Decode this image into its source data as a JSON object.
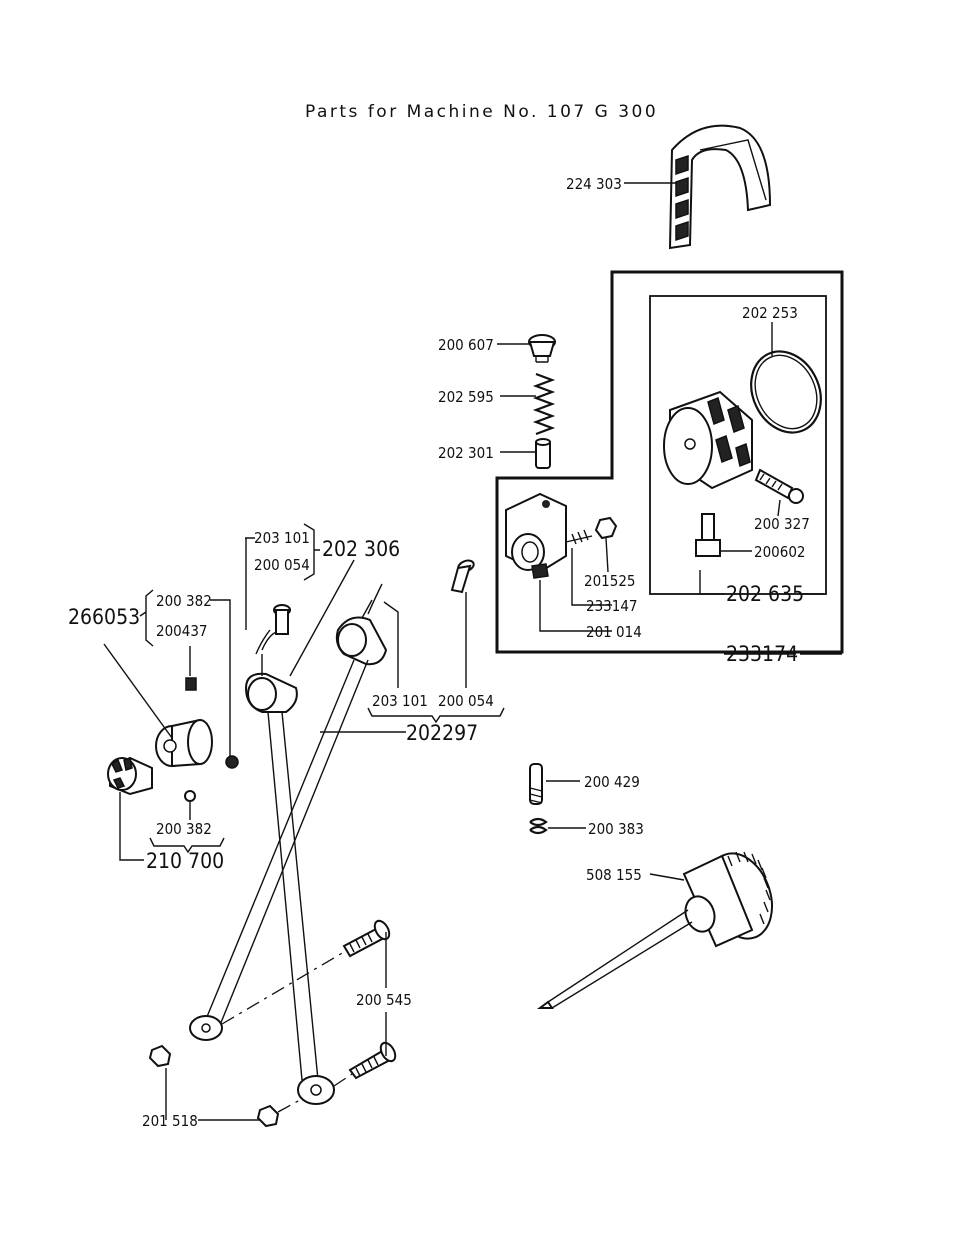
{
  "title": "Parts for Machine No. 107 G 300",
  "parts": {
    "p224303": "224 303",
    "p202253": "202 253",
    "p200607": "200 607",
    "p202595": "202 595",
    "p202301": "202 301",
    "p200327": "200 327",
    "p200602": "200602",
    "p202635": "202 635",
    "p201525": "201525",
    "p233147": "233147",
    "p201014": "201 014",
    "p233174": "233174",
    "p203101a": "203 101",
    "p200054a": "200 054",
    "p202306": "202 306",
    "p266053": "266053",
    "p200382a": "200 382",
    "p200437": "200437",
    "p203101b": "203 101",
    "p200054b": "200 054",
    "p202297": "202297",
    "p200382b": "200 382",
    "p210700": "210 700",
    "p200429": "200 429",
    "p200383": "200 383",
    "p508155": "508 155",
    "p200545": "200 545",
    "p201518": "201 518"
  }
}
